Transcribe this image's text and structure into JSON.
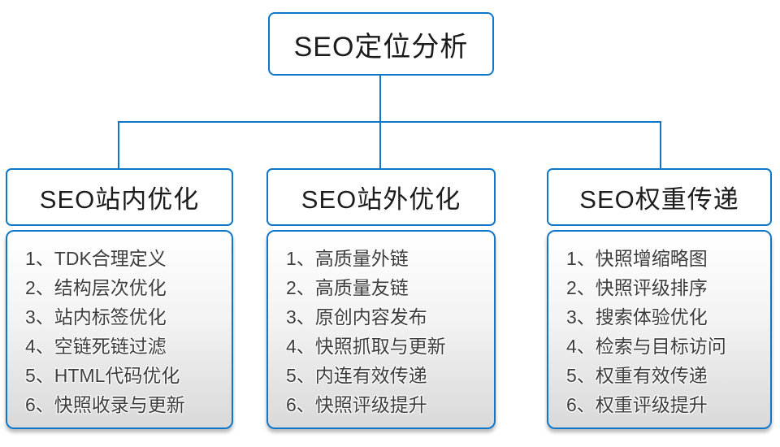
{
  "root": {
    "title": "SEO定位分析"
  },
  "branches": [
    {
      "title": "SEO站内优化",
      "items": [
        "1、TDK合理定义",
        "2、结构层次优化",
        "3、站内标签优化",
        "4、空链死链过滤",
        "5、HTML代码优化",
        "6、快照收录与更新"
      ]
    },
    {
      "title": "SEO站外优化",
      "items": [
        "1、高质量外链",
        "2、高质量友链",
        "3、原创内容发布",
        "4、快照抓取与更新",
        "5、内连有效传递",
        "6、快照评级提升"
      ]
    },
    {
      "title": "SEO权重传递",
      "items": [
        "1、快照增缩略图",
        "2、快照评级排序",
        "3、搜索体验优化",
        "4、检索与目标访问",
        "5、权重有效传递",
        "6、权重评级提升"
      ]
    }
  ],
  "colors": {
    "line_blue": "#1077c8",
    "title_text": "#1c1c1c",
    "item_text": "#3d3d3d"
  }
}
